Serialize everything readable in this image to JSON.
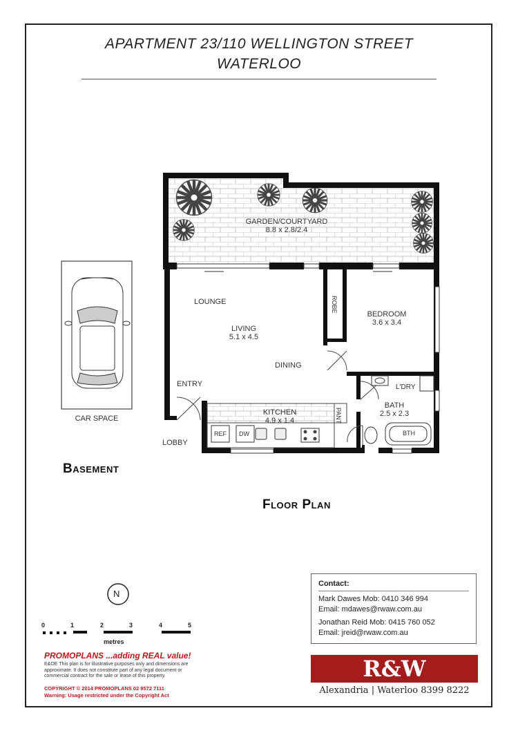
{
  "title": {
    "line1": "APARTMENT 23/110 WELLINGTON STREET",
    "line2": "WATERLOO"
  },
  "rooms": {
    "garden": {
      "name": "GARDEN/COURTYARD",
      "dims": "8.8 x 2.8/2.4"
    },
    "lounge": "LOUNGE",
    "living": {
      "name": "LIVING",
      "dims": "5.1 x 4.5"
    },
    "dining": "DINING",
    "entry": "ENTRY",
    "lobby": "LOBBY",
    "kitchen": {
      "name": "KITCHEN",
      "dims": "4.9 x 1.4"
    },
    "pantry": "PANT",
    "robe": "ROBE",
    "bedroom": {
      "name": "BEDROOM",
      "dims": "3.6 x 3.4"
    },
    "laundry": "L'DRY",
    "bath": {
      "name": "BATH",
      "dims": "2.5 x 2.3"
    },
    "bathtub": "BTH",
    "fridge": "REF",
    "dishwasher": "DW"
  },
  "car_space": "CAR SPACE",
  "basement": "Basement",
  "floor_plan": "Floor Plan",
  "north": "N",
  "scale": {
    "ticks": [
      "0",
      "1",
      "2",
      "3",
      "4",
      "5"
    ],
    "unit": "metres"
  },
  "promo": {
    "tagline": "PROMOPLANS ...adding REAL value!",
    "disclaimer": "E&OE This plan is for illustrative purposes only and dimensions are approximate. It does not constitute part of any legal document or commercial contract for the sale or lease of this property.",
    "copyright": "COPYRIGHT © 2014 PROMOPLANS 02 9572 7111",
    "warning": "Warning:  Usage restricted under the Copyright Act"
  },
  "contact": {
    "heading": "Contact:",
    "agent1_name": "Mark Dawes   Mob: 0410 346 994",
    "agent1_email": "Email: mdawes@rwaw.com.au",
    "agent2_name": "Jonathan Reid   Mob: 0415 760 052",
    "agent2_email": "Email: jreid@rwaw.com.au"
  },
  "brand": {
    "logo": "R&W",
    "offices": "Alexandria | Waterloo  8399 8222",
    "color": "#a51c1c"
  },
  "colors": {
    "wall": "#111111",
    "paving": "#bbbbbb",
    "promo_red": "#c0151b"
  }
}
